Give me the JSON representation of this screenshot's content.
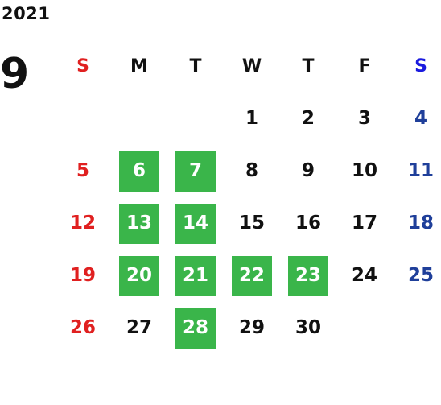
{
  "calendar": {
    "year": "2021",
    "month": "9",
    "weekdays": [
      "S",
      "M",
      "T",
      "W",
      "T",
      "F",
      "S"
    ],
    "first_weekday_index": 3,
    "days": [
      "1",
      "2",
      "3",
      "4",
      "5",
      "6",
      "7",
      "8",
      "9",
      "10",
      "11",
      "12",
      "13",
      "14",
      "15",
      "16",
      "17",
      "18",
      "19",
      "20",
      "21",
      "22",
      "23",
      "24",
      "25",
      "26",
      "27",
      "28",
      "29",
      "30"
    ],
    "highlighted_days": [
      "6",
      "7",
      "13",
      "14",
      "20",
      "21",
      "22",
      "23",
      "28"
    ]
  },
  "colors": {
    "sunday": "#e02020",
    "saturday_header": "#1a1adf",
    "saturday_day": "#1f3f9a",
    "weekday": "#111111",
    "highlight_bg": "#3ab54a",
    "highlight_text": "#ffffff"
  }
}
